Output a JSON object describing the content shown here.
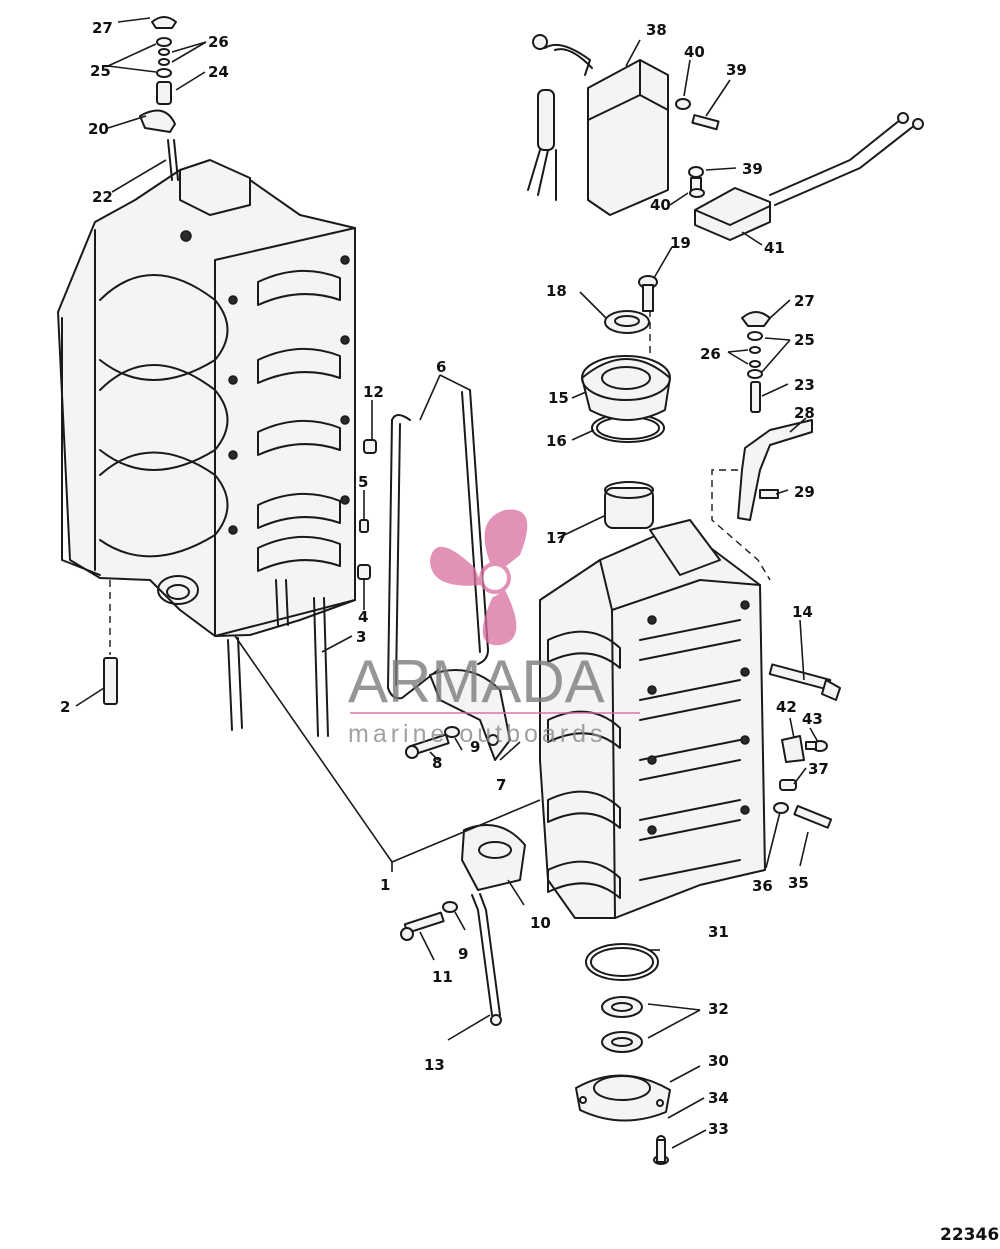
{
  "figure_number": "22346",
  "watermark": {
    "brand": "ARMADA",
    "tagline": "marine outboards",
    "color": "#d96ea0"
  },
  "callouts": [
    "1",
    "2",
    "3",
    "4",
    "5",
    "6",
    "7",
    "8",
    "9",
    "10",
    "11",
    "12",
    "13",
    "14",
    "15",
    "16",
    "17",
    "18",
    "19",
    "20",
    "22",
    "23",
    "24",
    "25",
    "26",
    "27",
    "28",
    "29",
    "30",
    "31",
    "32",
    "33",
    "34",
    "35",
    "36",
    "37",
    "38",
    "39",
    "40",
    "41",
    "42",
    "43"
  ]
}
